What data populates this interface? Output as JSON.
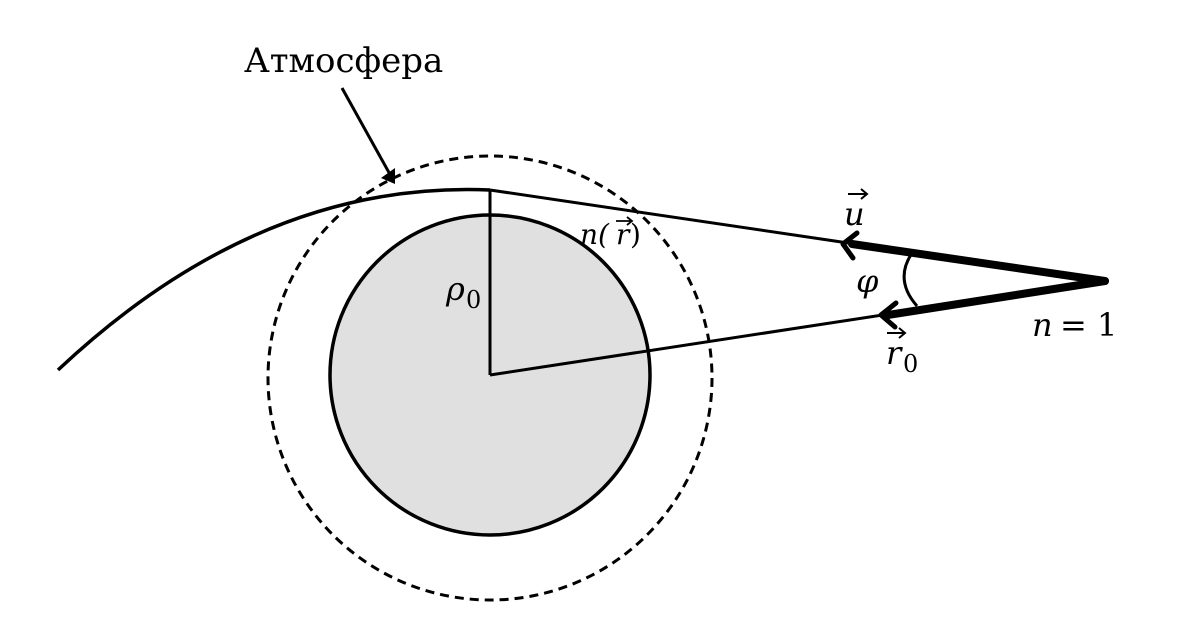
{
  "labels": {
    "atmosphere": "Атмосфера",
    "u_vector": "u",
    "refraction_index": "n(r)",
    "refraction_index_n": "n(",
    "refraction_index_r": "r",
    "refraction_index_close": ")",
    "rho_symbol": "ρ",
    "rho_subscript": "0",
    "phi_symbol": "φ",
    "r0_symbol": "r",
    "r0_subscript": "0",
    "vacuum_n": "n",
    "vacuum_eq": "= 1"
  },
  "colors": {
    "planet_fill": "#e0e0e0",
    "stroke": "#000000",
    "background": "#ffffff"
  }
}
